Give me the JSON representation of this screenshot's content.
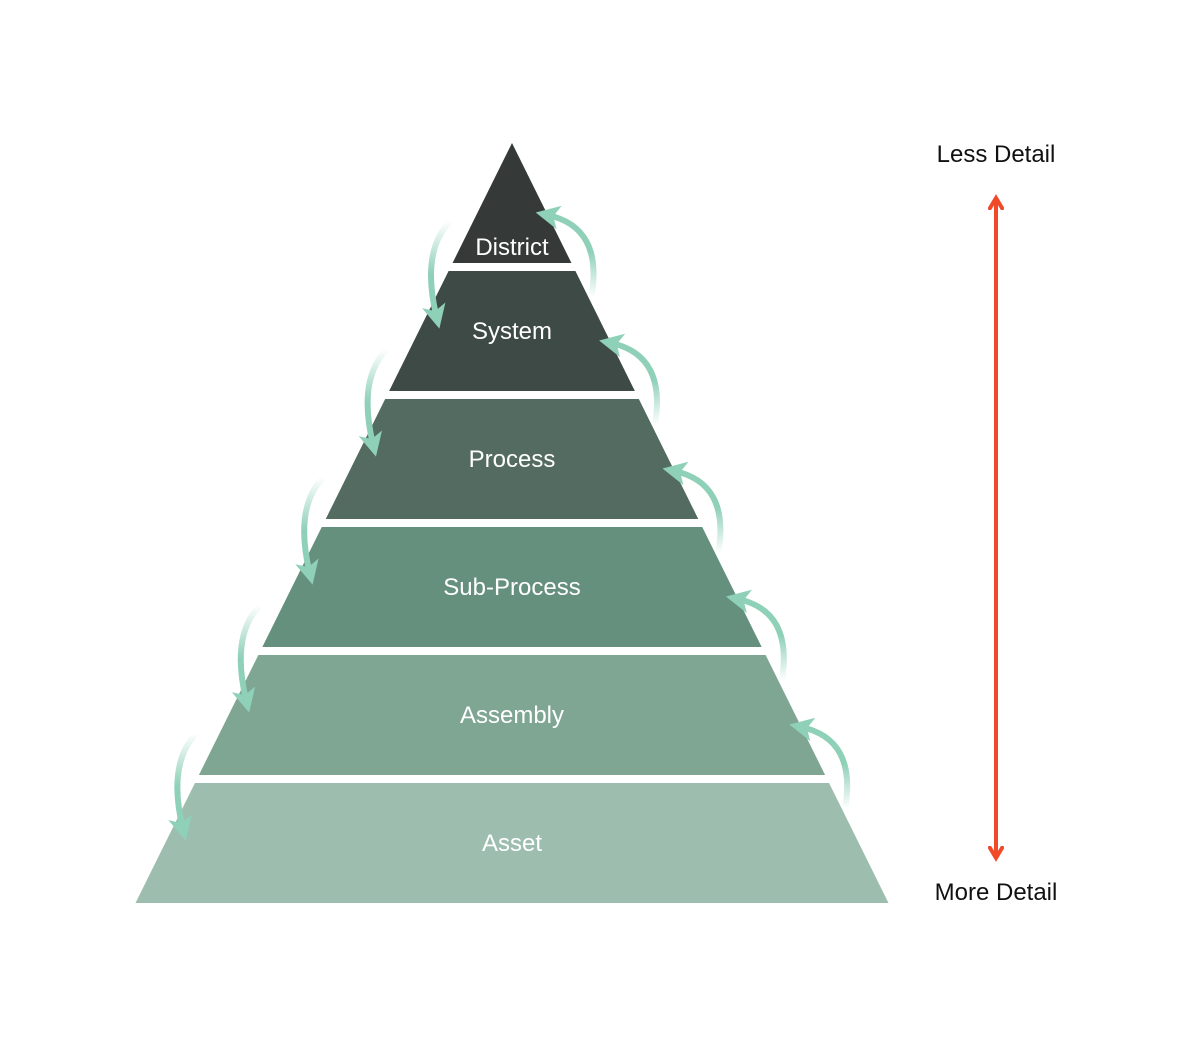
{
  "pyramid": {
    "layers": [
      {
        "label": "District",
        "color": "#353a39"
      },
      {
        "label": "System",
        "color": "#3d4a46"
      },
      {
        "label": "Process",
        "color": "#536b60"
      },
      {
        "label": "Sub-Process",
        "color": "#66907e"
      },
      {
        "label": "Assembly",
        "color": "#7fa593"
      },
      {
        "label": "Asset",
        "color": "#9dbdaf"
      }
    ],
    "arrow_color": "#8fd0b8"
  },
  "scale": {
    "top_label": "Less Detail",
    "bottom_label": "More Detail",
    "color": "#f04a2a"
  }
}
